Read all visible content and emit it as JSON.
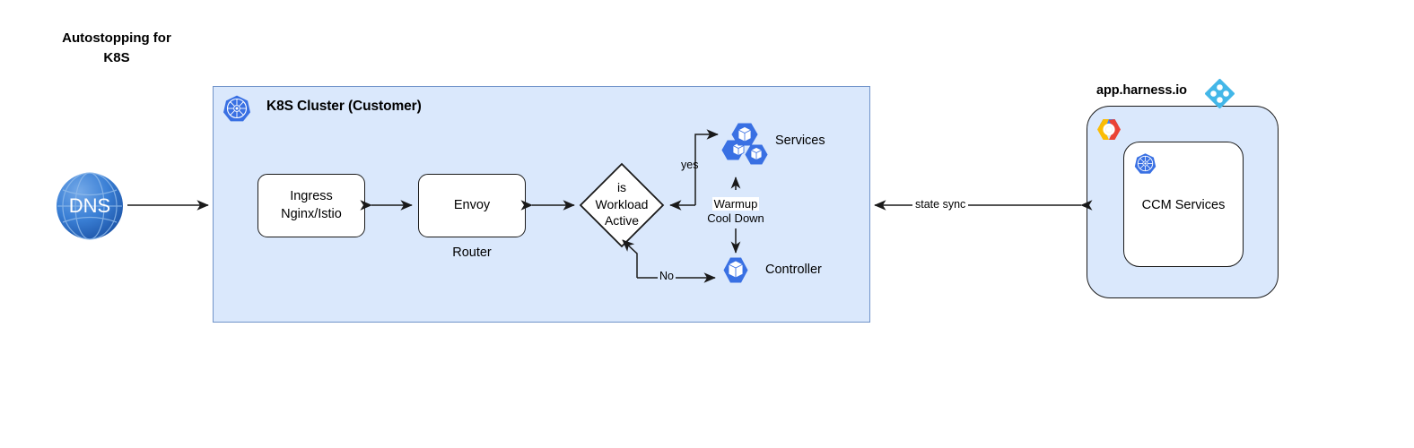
{
  "title": "Autostopping for\nK8S",
  "colors": {
    "cluster_fill": "#dae8fc",
    "cluster_border": "#7093c9",
    "node_blue": "#3970e3",
    "harness_logo_blue": "#43b7e8",
    "dns_blue": "#2a6fc4",
    "edge_black": "#1a1a1a",
    "box_white": "#ffffff"
  },
  "cluster": {
    "label": "K8S Cluster (Customer)",
    "icon": "kubernetes-icon",
    "nodes": {
      "ingress": {
        "label": "Ingress\nNginx/Istio",
        "shape": "rounded-rect"
      },
      "envoy": {
        "label": "Envoy",
        "shape": "rounded-rect",
        "sublabel": "Router"
      },
      "decision": {
        "label": "is\nWorkload\nActive",
        "shape": "diamond"
      },
      "services": {
        "label": "Services",
        "icon": "kubernetes-services-icon"
      },
      "controller": {
        "label": "Controller",
        "icon": "kubernetes-pod-icon"
      }
    },
    "edges": {
      "yes": "yes",
      "no": "No",
      "warmup_cooldown": {
        "line1": "Warmup",
        "line2": "Cool Down"
      }
    }
  },
  "external": {
    "dns": {
      "label": "DNS",
      "icon": "globe-icon"
    },
    "state_sync": "state sync",
    "harness": {
      "label": "app.harness.io",
      "icon": "harness-logo-icon",
      "cloud_icon": "gcp-logo-icon",
      "inner": {
        "label": "CCM Services",
        "icon": "kubernetes-icon"
      }
    }
  }
}
